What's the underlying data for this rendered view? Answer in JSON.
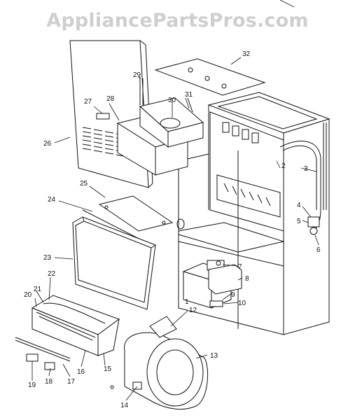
{
  "watermark": "AppliancePartsPros.com",
  "labels": {
    "l1": "1",
    "l2": "2",
    "l3": "3",
    "l4": "4",
    "l5": "5",
    "l6": "6",
    "l7": "7",
    "l8": "8",
    "l9": "9",
    "l10": "10",
    "l12": "12",
    "l13": "13",
    "l14": "14",
    "l15": "15",
    "l16": "16",
    "l17": "17",
    "l18": "18",
    "l19": "19",
    "l20": "20",
    "l21": "21",
    "l22": "22",
    "l23": "23",
    "l24": "24",
    "l25": "25",
    "l26": "26",
    "l27": "27",
    "l28": "28",
    "l29": "29",
    "l30": "30",
    "l31": "31",
    "l32": "32"
  }
}
